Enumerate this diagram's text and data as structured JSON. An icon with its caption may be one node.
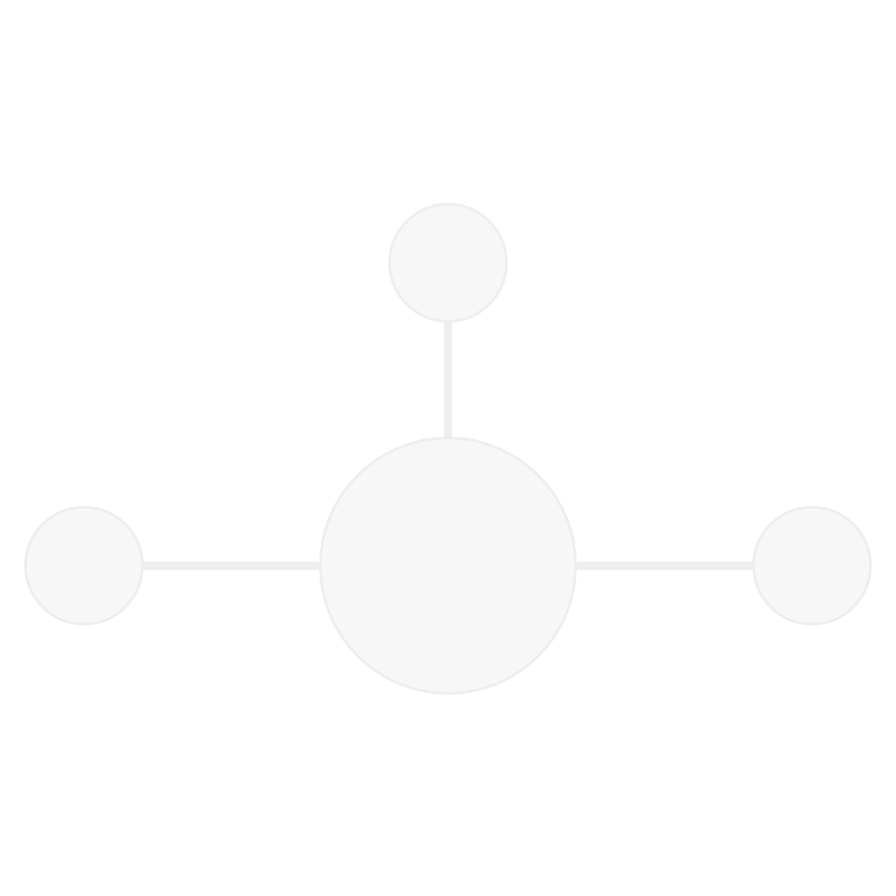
{
  "diagram": {
    "nodes": [
      {
        "text": [],
        "shape": "circle"
      },
      {
        "text": [],
        "shape": "circle"
      },
      {
        "text": [],
        "shape": "circle"
      },
      {
        "text": [],
        "shape": "circle"
      }
    ],
    "edges": [
      {
        "from": 0,
        "to": 2,
        "arrow": "none"
      },
      {
        "from": 1,
        "to": 2,
        "arrow": "none"
      },
      {
        "from": 2,
        "to": 3,
        "arrow": "none"
      }
    ]
  }
}
